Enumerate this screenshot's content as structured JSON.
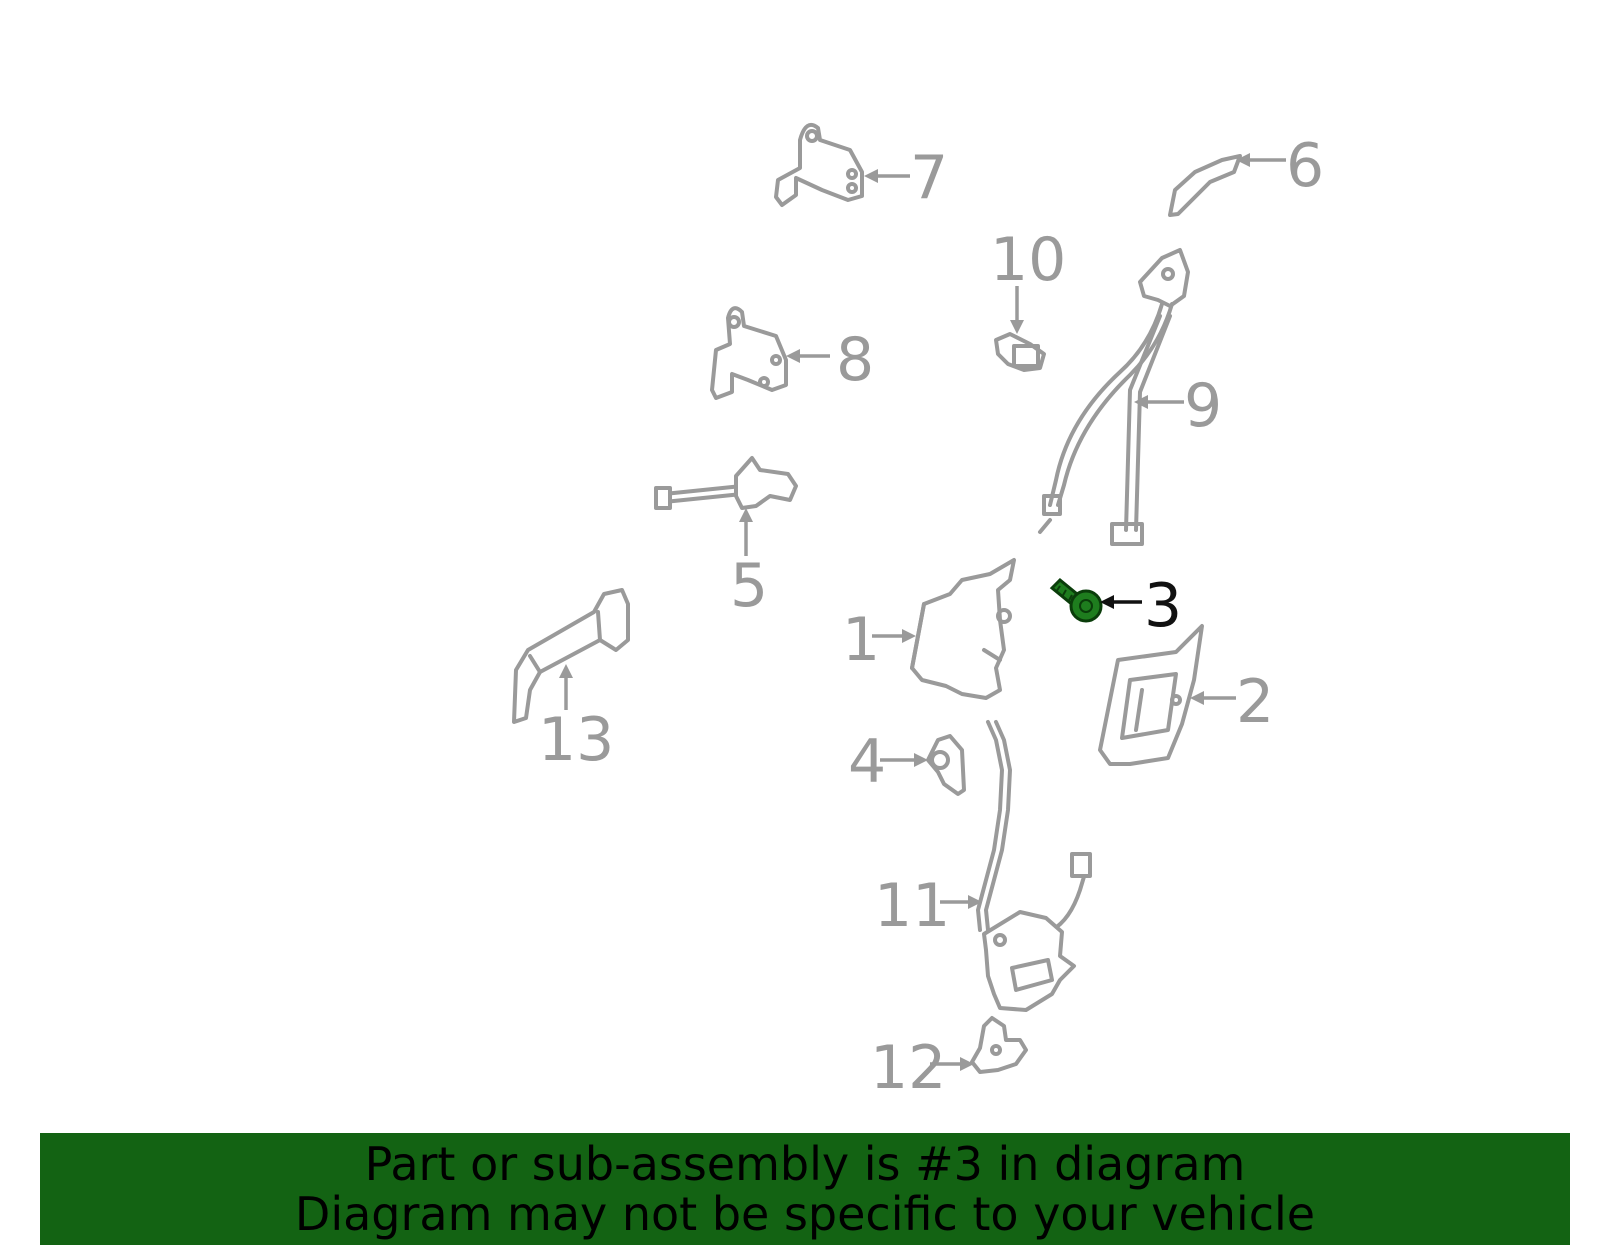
{
  "highlighted_part": "3",
  "callouts": [
    "1",
    "2",
    "3",
    "4",
    "5",
    "6",
    "7",
    "8",
    "9",
    "10",
    "11",
    "12",
    "13"
  ],
  "banner": {
    "line1": "Part or sub-assembly is #3 in diagram",
    "line2": "Diagram may not be specific to your vehicle"
  },
  "colors": {
    "outline": "#9a9a9a",
    "highlight_part": "#1e7d1e",
    "highlight_label": "#111111",
    "banner": "#136313",
    "background": "#ffffff"
  }
}
